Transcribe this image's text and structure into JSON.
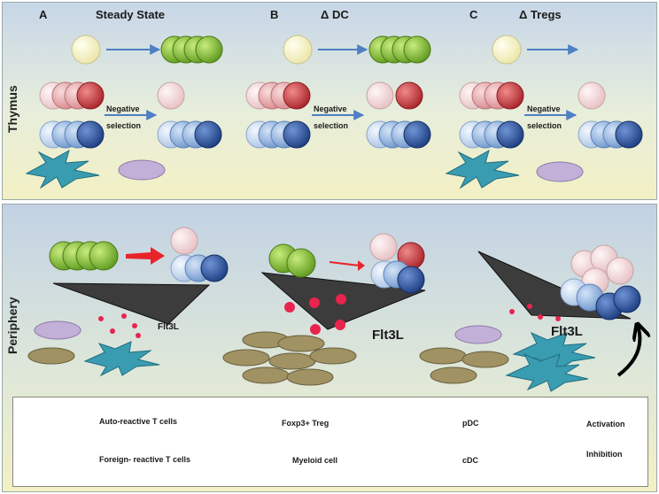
{
  "headers": {
    "a_letter": "A",
    "a_title": "Steady State",
    "b_letter": "B",
    "b_title": "Δ DC",
    "c_letter": "C",
    "c_title": "Δ Tregs"
  },
  "sections": {
    "thymus": "Thymus",
    "periphery": "Periphery"
  },
  "negative_selection": "Negative\nselection",
  "flt3l": "Flt3L",
  "legend": {
    "auto_reactive": "Auto-reactive T cells",
    "foreign_reactive": "Foreign- reactive T cells",
    "treg": "Foxp3+ Treg",
    "myeloid": "Myeloid cell",
    "pdc": "pDC",
    "cdc": "cDC",
    "activation": "Activation",
    "inhibition": "Inhibition"
  },
  "colors": {
    "pale_yellow": "#f6f3c8",
    "treg_green": "#8cc63f",
    "pink_light": "#f4d6d6",
    "pink_mid": "#e8a0a0",
    "red": "#c0393b",
    "blue_light": "#d5e3f3",
    "blue_mid": "#8fb0dc",
    "blue_dark": "#2a4f95",
    "arrow_blue": "#4f7fc4",
    "inhibit_red": "#e8242a",
    "cdc_teal": "#3a9cb0",
    "pdc_purple": "#c2b0d8",
    "myeloid_tan": "#a09262"
  }
}
